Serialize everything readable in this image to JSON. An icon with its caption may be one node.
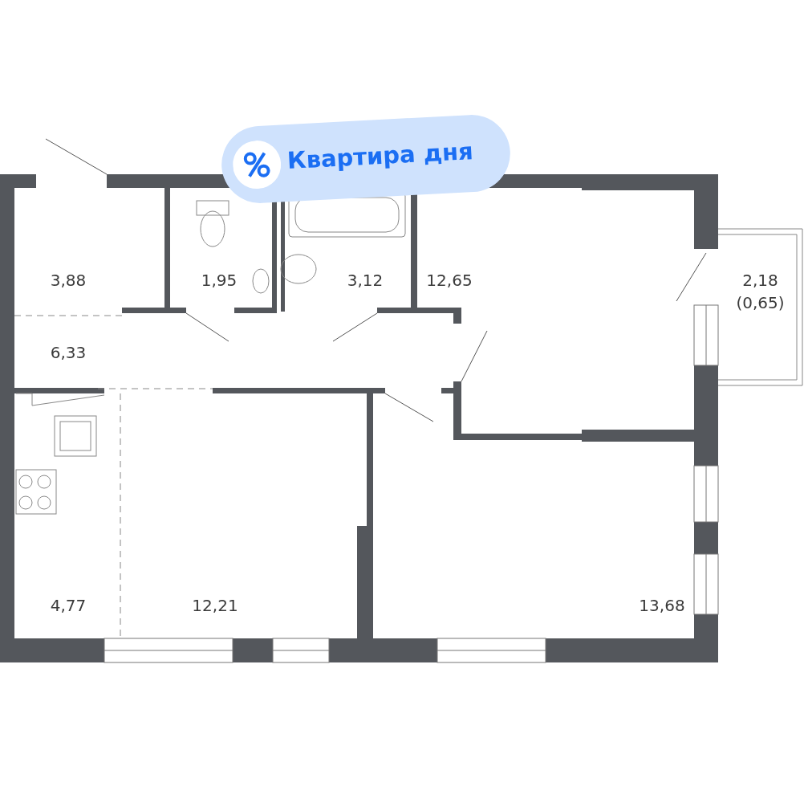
{
  "diagram": {
    "labels": [
      "Квартира дня",
      "3,88",
      "1,95",
      "3,12",
      "12,65",
      "2,18 (0,65)",
      "6,33",
      "4,77",
      "12,21",
      "13,68"
    ]
  }
}
